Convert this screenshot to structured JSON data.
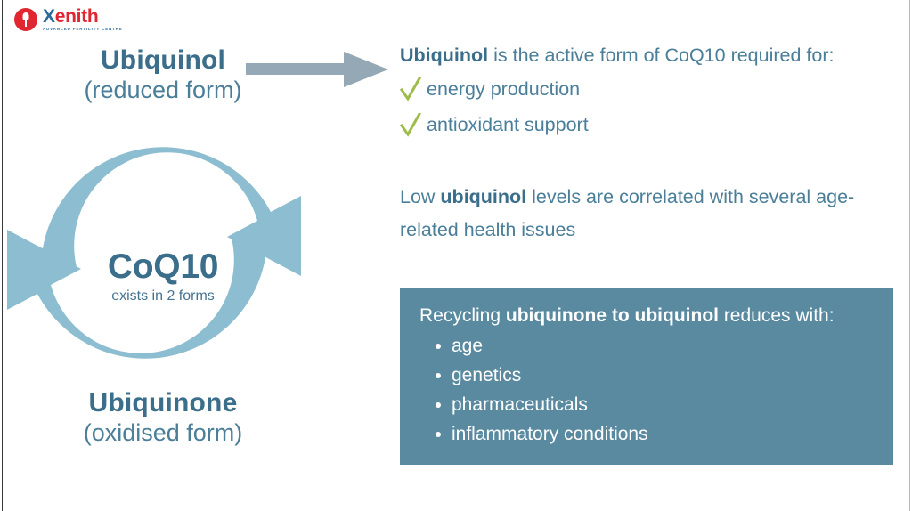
{
  "brand": {
    "name_x": "X",
    "name_rest": "enith",
    "tagline": "ADVANCED FERTILITY CENTRE",
    "mark_icon": "fertility-drop-icon",
    "red": "#e02630",
    "blue": "#2a6a9a"
  },
  "colors": {
    "arc": "#8cbdd0",
    "long_arrow": "#94a8b5",
    "heading": "#3a6e8a",
    "body": "#4a7e99",
    "check": "#9dbc4a",
    "callout_bg": "#5a8aa0",
    "page_bg": "#ffffff"
  },
  "cycle": {
    "top_label": {
      "title": "Ubiquinol",
      "subtitle": "(reduced form)"
    },
    "bottom_label": {
      "title": "Ubiquinone",
      "subtitle": "(oxidised form)"
    },
    "center": {
      "title": "CoQ10",
      "subtitle": "exists in 2 forms"
    },
    "arrow_top_icon": "clockwise-arc-arrow-icon",
    "arrow_bottom_icon": "counterclockwise-arc-arrow-icon",
    "pointer_icon": "right-arrow-icon"
  },
  "right": {
    "lead": {
      "bold": "Ubiquinol",
      "rest": " is the active form of CoQ10 required for:"
    },
    "benefits": [
      {
        "icon": "check-icon",
        "label": "energy production"
      },
      {
        "icon": "check-icon",
        "label": "antioxidant support"
      }
    ],
    "paragraph": {
      "part1": "Low ",
      "bold": "ubiquinol",
      "part2": " levels are correlated with several age-related health issues"
    }
  },
  "callout": {
    "head": {
      "part1": "Recycling ",
      "bold": "ubiquinone to ubiquinol",
      "part2": " reduces with:"
    },
    "items": [
      "age",
      "genetics",
      "pharmaceuticals",
      "inflammatory conditions"
    ]
  }
}
